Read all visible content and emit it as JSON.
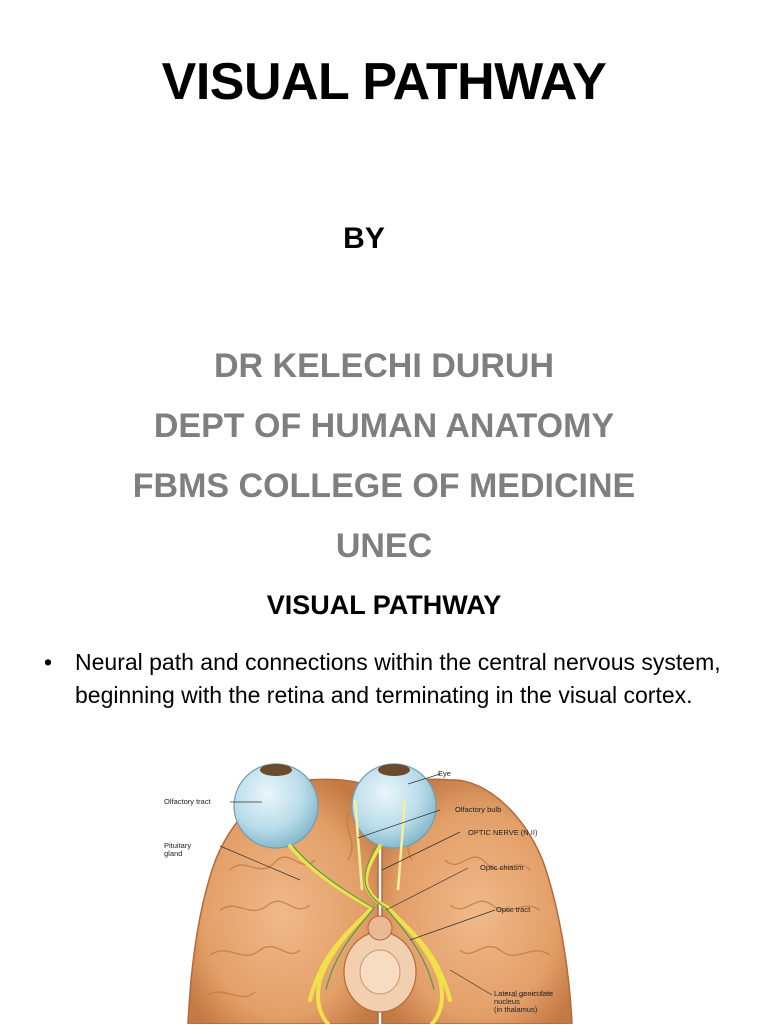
{
  "slide1": {
    "title": "VISUAL PATHWAY",
    "by": "BY",
    "author_lines": [
      "DR KELECHI DURUH",
      "DEPT OF HUMAN ANATOMY",
      "FBMS COLLEGE OF MEDICINE",
      "UNEC"
    ]
  },
  "slide2": {
    "title": "VISUAL PATHWAY",
    "bullet_char": "•",
    "bullet_text": "Neural path and connections within the central nervous system, beginning with the retina and terminating in the visual cortex."
  },
  "figure": {
    "labels": {
      "eye": "Eye",
      "olfactory_tract": "Olfactory tract",
      "olfactory_bulb": "Olfactory bulb",
      "optic_nerve": "OPTIC NERVE (N II)",
      "pituitary_1": "Pituitary",
      "pituitary_2": "gland",
      "optic_chiasm": "Optic chiasm",
      "optic_tract": "Optic tract",
      "lgn_1": "Lateral geniculate",
      "lgn_2": "nucleus",
      "lgn_3": "(in thalamus)"
    },
    "colors": {
      "brain": "#e8a874",
      "brain_dark": "#c97c4a",
      "eye": "#bfe0ec",
      "iris": "#6b4a2e",
      "nerve": "#f2e04a"
    }
  }
}
